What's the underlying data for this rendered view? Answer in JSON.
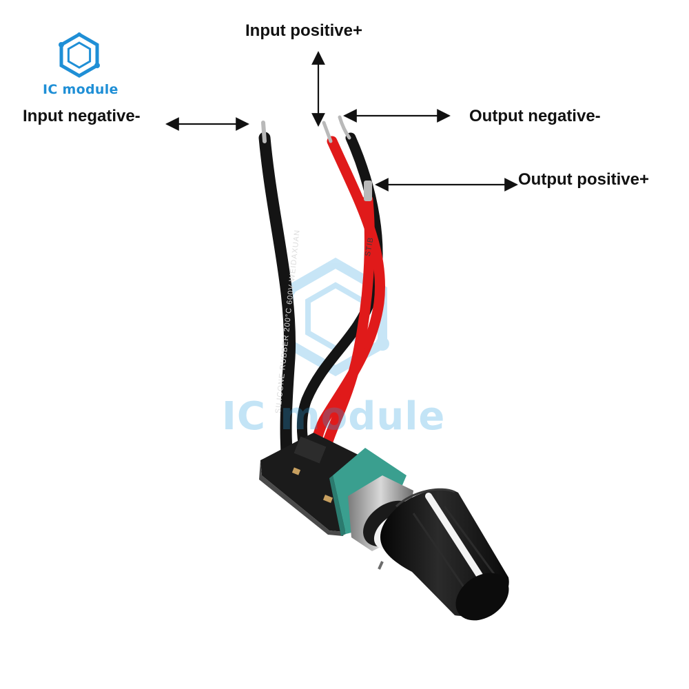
{
  "brand": {
    "name": "IC module",
    "logo_icon": "hexagon-circuit-icon",
    "color": "#1f8fd6"
  },
  "watermark": {
    "text": "IC module",
    "icon": "hexagon-circuit-icon"
  },
  "labels": {
    "input_negative": "Input negative-",
    "input_positive": "Input positive+",
    "output_negative": "Output negative-",
    "output_positive": "Output positive+"
  },
  "wire_print": {
    "black_wire": "SILICONE RUBBER 200°C 600V WEIDAXUAN",
    "red_wire": "STIB"
  },
  "colors": {
    "wire_black": "#141414",
    "wire_red": "#e01a1a",
    "pcb": "#1b1b1b",
    "pot_body": "#3a9f8f",
    "knob": "#121212"
  }
}
